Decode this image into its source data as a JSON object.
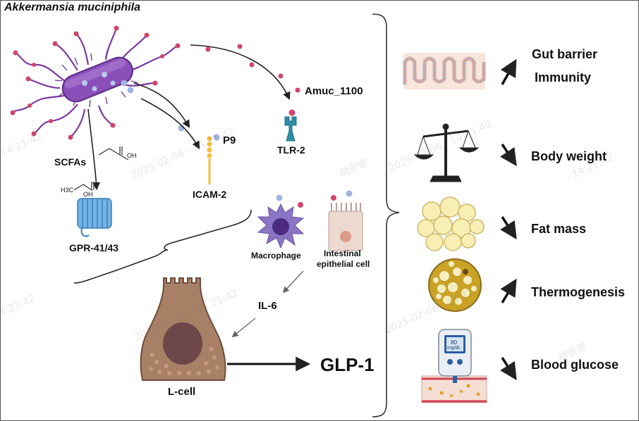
{
  "title": "Akkermansia muciniphila",
  "labels": {
    "scfas": "SCFAs",
    "gpr": "GPR-41/43",
    "icam": "ICAM-2",
    "p9": "P9",
    "tlr": "TLR-2",
    "amuc": "Amuc_1100",
    "macrophage": "Macrophage",
    "epithelial_line1": "Intestinal",
    "epithelial_line2": "epithelial cell",
    "il6": "IL-6",
    "lcell": "L-cell",
    "glp1": "GLP-1",
    "oh_upper": "OH",
    "oh_lower": "OH",
    "h3c": "H3C",
    "glucometer_value": "80",
    "glucometer_unit": "mg/dL"
  },
  "outcomes": [
    {
      "label": "Gut barrier",
      "direction": "up"
    },
    {
      "label": "Immunity",
      "direction": "up"
    },
    {
      "label": "Body weight",
      "direction": "down"
    },
    {
      "label": "Fat mass",
      "direction": "down"
    },
    {
      "label": "Thermogenesis",
      "direction": "up"
    },
    {
      "label": "Blood glucose",
      "direction": "down"
    }
  ],
  "watermark": {
    "name": "胡安娜",
    "timestamp": "2025-02-06 - 14:21:42",
    "time_only": "- 14:21:42"
  },
  "colors": {
    "bacterium": "#8a4fb8",
    "flagella": "#7a3aa0",
    "red_dot": "#d0466a",
    "blue_dot": "#9fb4e0",
    "receptor_blue": "#4d8fc9",
    "icam_yellow": "#f1bf3c",
    "tlr_teal": "#2c8ea6",
    "macrophage": "#8b74c4",
    "lcell": "#a88066",
    "epithelial": "#ecd9cf"
  }
}
